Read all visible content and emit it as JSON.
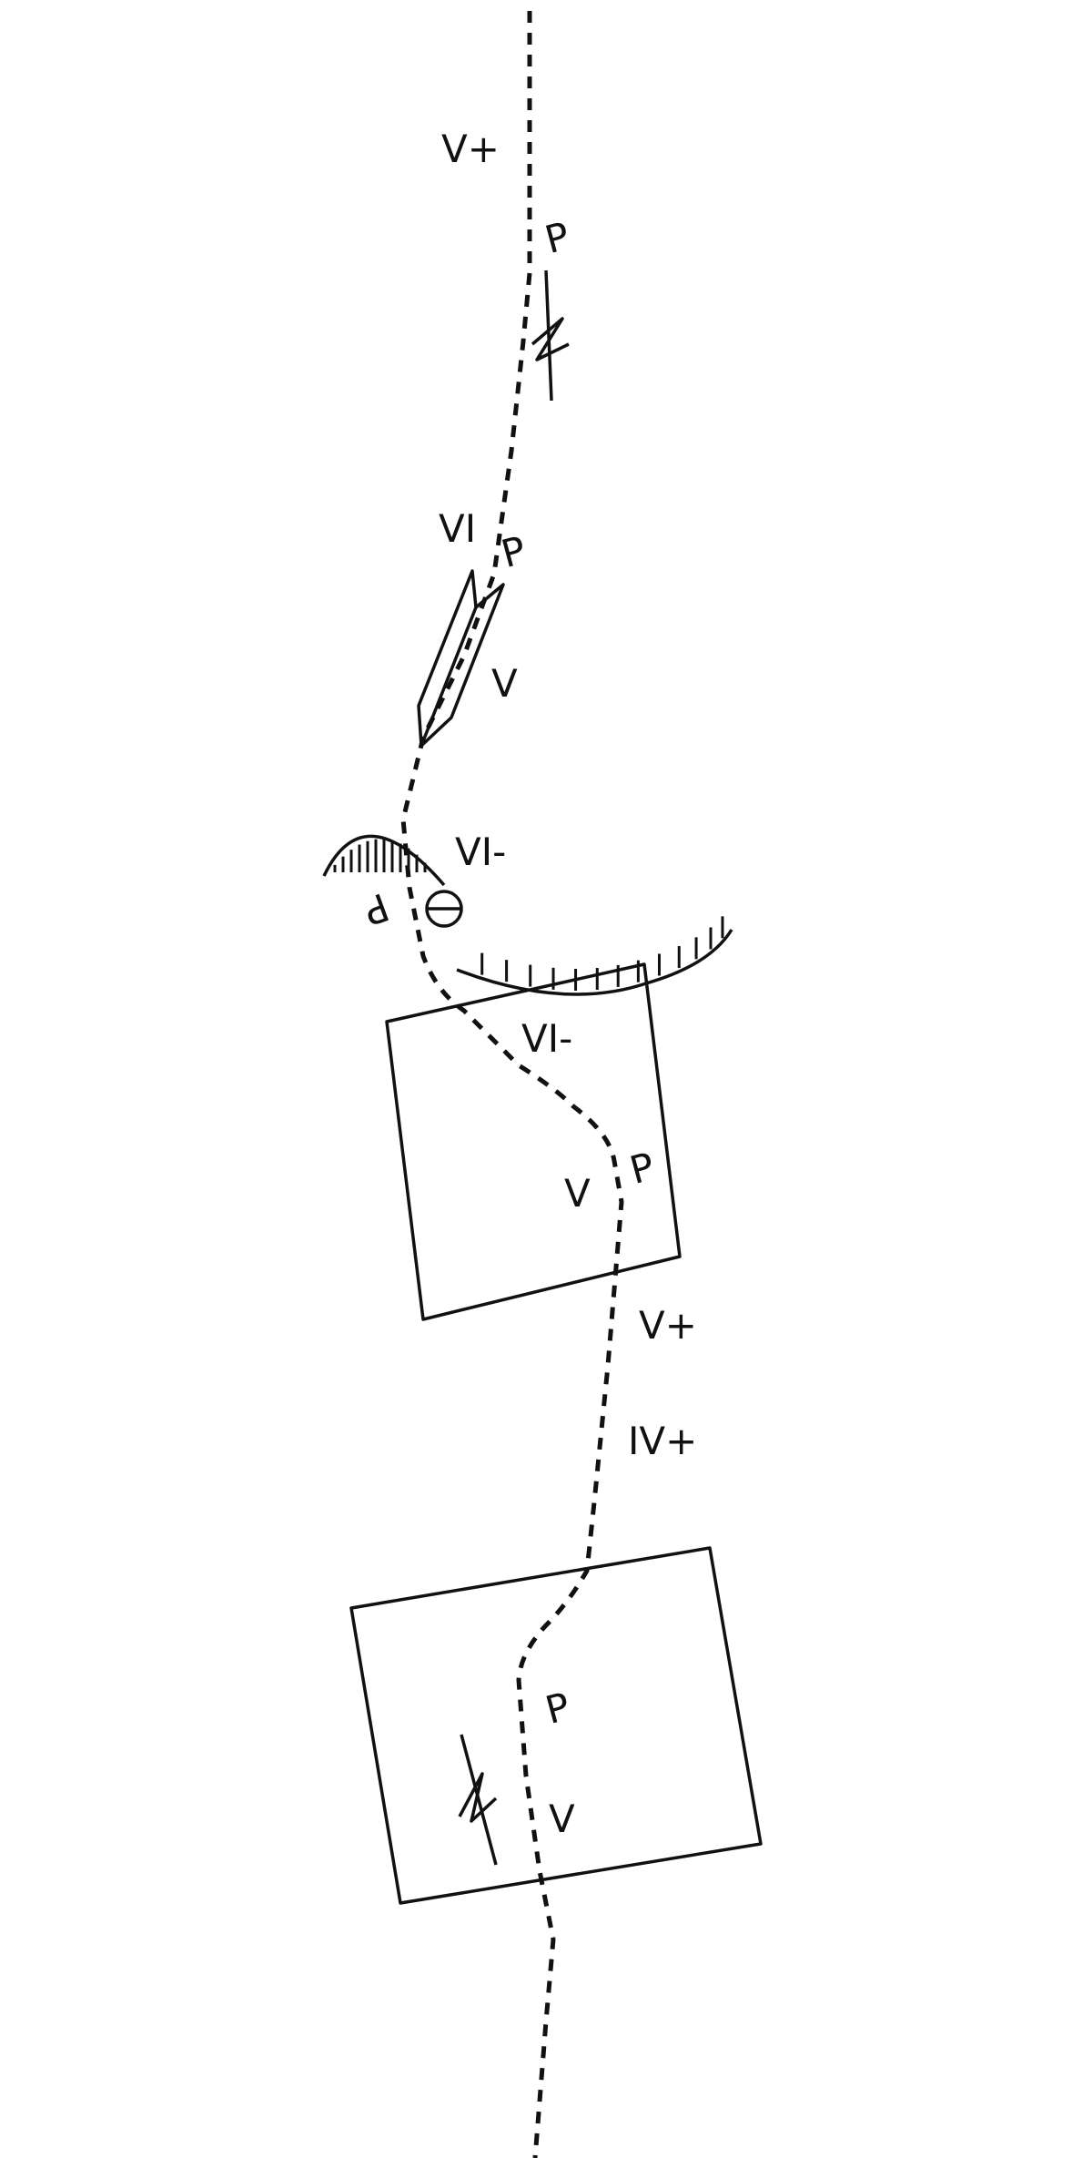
{
  "topo": {
    "grades": {
      "g1": "V+",
      "g2": "VI",
      "g3": "V",
      "g4": "VI-",
      "g5": "VI-",
      "g6": "V",
      "g7": "V+",
      "g8": "IV+",
      "g9": "V"
    },
    "protection_marks": {
      "p1": "P",
      "p2": "P",
      "p3": "P",
      "p4": "P",
      "p5": "P"
    },
    "colors": {
      "ink": "#111111",
      "background": "#ffffff"
    }
  }
}
